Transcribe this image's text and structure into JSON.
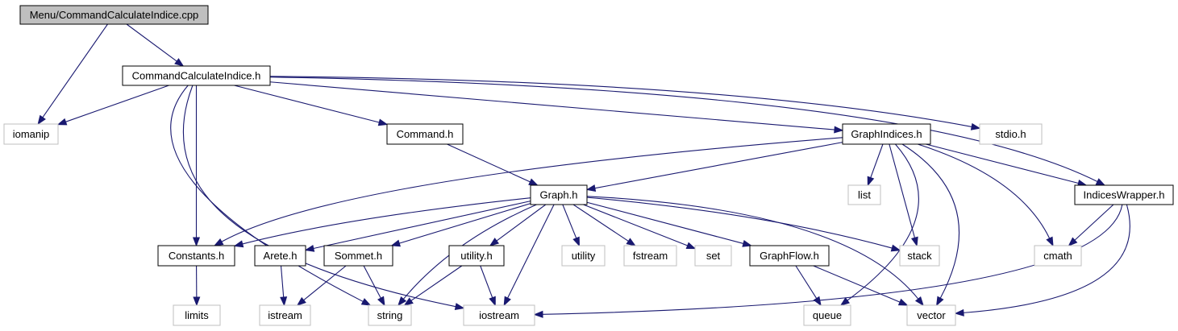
{
  "diagram": {
    "colors": {
      "edge": "#191970",
      "root_fill": "#bfbfbf",
      "file_border": "#000000",
      "system_border": "#bfbfbf",
      "background": "#ffffff"
    },
    "nodes": [
      {
        "id": "root",
        "label": "Menu/CommandCalculateIndice.cpp",
        "kind": "root"
      },
      {
        "id": "cci",
        "label": "CommandCalculateIndice.h",
        "kind": "file"
      },
      {
        "id": "iomanip",
        "label": "iomanip",
        "kind": "system"
      },
      {
        "id": "command",
        "label": "Command.h",
        "kind": "file"
      },
      {
        "id": "graphindices",
        "label": "GraphIndices.h",
        "kind": "file"
      },
      {
        "id": "stdio",
        "label": "stdio.h",
        "kind": "system"
      },
      {
        "id": "graph",
        "label": "Graph.h",
        "kind": "file"
      },
      {
        "id": "list",
        "label": "list",
        "kind": "system"
      },
      {
        "id": "indiceswrapper",
        "label": "IndicesWrapper.h",
        "kind": "file"
      },
      {
        "id": "constants",
        "label": "Constants.h",
        "kind": "file"
      },
      {
        "id": "arete",
        "label": "Arete.h",
        "kind": "file"
      },
      {
        "id": "sommet",
        "label": "Sommet.h",
        "kind": "file"
      },
      {
        "id": "utility_h",
        "label": "utility.h",
        "kind": "file"
      },
      {
        "id": "utility",
        "label": "utility",
        "kind": "system"
      },
      {
        "id": "fstream",
        "label": "fstream",
        "kind": "system"
      },
      {
        "id": "set",
        "label": "set",
        "kind": "system"
      },
      {
        "id": "graphflow",
        "label": "GraphFlow.h",
        "kind": "file"
      },
      {
        "id": "stack",
        "label": "stack",
        "kind": "system"
      },
      {
        "id": "cmath",
        "label": "cmath",
        "kind": "system"
      },
      {
        "id": "limits",
        "label": "limits",
        "kind": "system"
      },
      {
        "id": "istream",
        "label": "istream",
        "kind": "system"
      },
      {
        "id": "string",
        "label": "string",
        "kind": "system"
      },
      {
        "id": "iostream",
        "label": "iostream",
        "kind": "system"
      },
      {
        "id": "queue",
        "label": "queue",
        "kind": "system"
      },
      {
        "id": "vector",
        "label": "vector",
        "kind": "system"
      }
    ],
    "edges": [
      [
        "root",
        "cci"
      ],
      [
        "root",
        "iomanip"
      ],
      [
        "cci",
        "iomanip"
      ],
      [
        "cci",
        "command"
      ],
      [
        "cci",
        "graphindices"
      ],
      [
        "cci",
        "stdio"
      ],
      [
        "cci",
        "indiceswrapper"
      ],
      [
        "cci",
        "constants"
      ],
      [
        "cci",
        "string"
      ],
      [
        "cci",
        "iostream"
      ],
      [
        "command",
        "graph"
      ],
      [
        "graphindices",
        "graph"
      ],
      [
        "graphindices",
        "constants"
      ],
      [
        "graphindices",
        "list"
      ],
      [
        "graphindices",
        "stack"
      ],
      [
        "graphindices",
        "queue"
      ],
      [
        "graphindices",
        "vector"
      ],
      [
        "graphindices",
        "indiceswrapper"
      ],
      [
        "graphindices",
        "cmath"
      ],
      [
        "graph",
        "constants"
      ],
      [
        "graph",
        "arete"
      ],
      [
        "graph",
        "sommet"
      ],
      [
        "graph",
        "utility_h"
      ],
      [
        "graph",
        "utility"
      ],
      [
        "graph",
        "fstream"
      ],
      [
        "graph",
        "set"
      ],
      [
        "graph",
        "graphflow"
      ],
      [
        "graph",
        "stack"
      ],
      [
        "graph",
        "string"
      ],
      [
        "graph",
        "iostream"
      ],
      [
        "graph",
        "vector"
      ],
      [
        "indiceswrapper",
        "cmath"
      ],
      [
        "indiceswrapper",
        "iostream"
      ],
      [
        "indiceswrapper",
        "vector"
      ],
      [
        "constants",
        "limits"
      ],
      [
        "arete",
        "istream"
      ],
      [
        "sommet",
        "istream"
      ],
      [
        "sommet",
        "string"
      ],
      [
        "utility_h",
        "string"
      ],
      [
        "utility_h",
        "iostream"
      ],
      [
        "graphflow",
        "queue"
      ],
      [
        "graphflow",
        "vector"
      ]
    ]
  }
}
